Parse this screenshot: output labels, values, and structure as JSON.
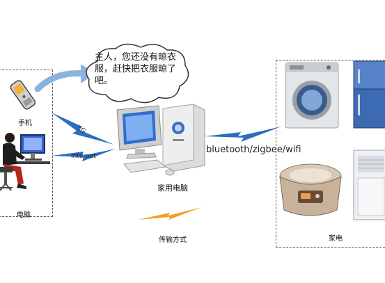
{
  "speech_bubble": {
    "text": "主人，您还没有晾衣服，赶快把衣服晾了吧。"
  },
  "labels": {
    "phone": "手机",
    "computer": "电脑",
    "home_pc": "家用电脑",
    "appliances": "家电",
    "transmission": "传输方式",
    "protocols": "bluetooth/zigbee/wifi",
    "link_3g": "3G",
    "link_internet": "Internet"
  },
  "colors": {
    "lightning_blue": "#2a6fc0",
    "lightning_orange": "#f0a020",
    "bubble_arrow": "#8ab4dc"
  }
}
